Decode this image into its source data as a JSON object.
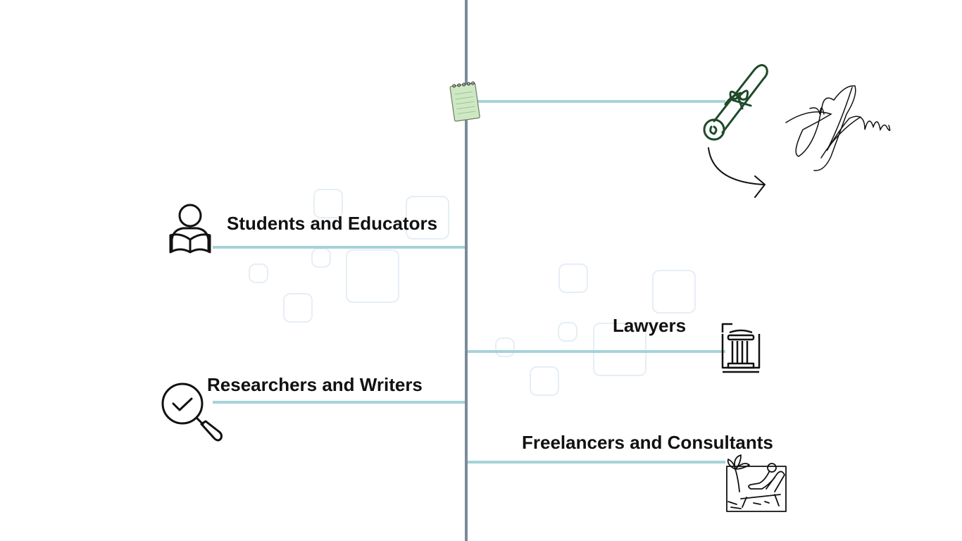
{
  "branches": {
    "students": {
      "label": "Students and Educators",
      "icon": "reading-person-icon"
    },
    "researchers": {
      "label": "Researchers and Writers",
      "icon": "magnifier-check-icon"
    },
    "lawyers": {
      "label": "Lawyers",
      "icon": "court-pillar-icon"
    },
    "freelancers": {
      "label": "Freelancers and Consultants",
      "icon": "beach-lounger-icon"
    }
  },
  "top_branch": {
    "icon": "notepad-icon",
    "scroll_icon": "diploma-scroll-icon",
    "arrow_icon": "curved-arrow-icon",
    "signature": "signature-scribble"
  },
  "colors": {
    "spine": "#7a8a99",
    "branch_line": "#a6d2d8",
    "decor_square": "#e6eef5",
    "scroll_green": "#1f4a2b",
    "notepad_green": "#cfe8c4"
  }
}
